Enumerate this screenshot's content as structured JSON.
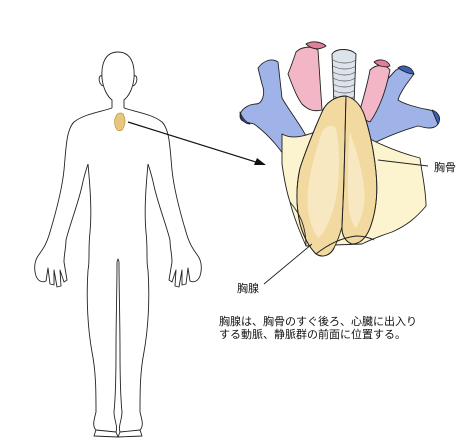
{
  "labels": {
    "sternum": "胸骨",
    "thymus": "胸腺"
  },
  "caption": {
    "line1": "胸腺は、胸骨のすぐ後ろ、心臓に出入り",
    "line2": "する動脈、静脈群の前面に位置する。"
  },
  "colors": {
    "vein_blue": "#9fb3e8",
    "artery_pink": "#f2b6c6",
    "trachea_gray": "#dde3ea",
    "thymus_yellow": "#f2d9a0",
    "sternum_cream": "#fbf4cf",
    "outline": "#222222"
  },
  "icons": {
    "body": "human-body-outline",
    "thymus_marker": "thymus-marker",
    "arrow": "pointer-arrow"
  }
}
